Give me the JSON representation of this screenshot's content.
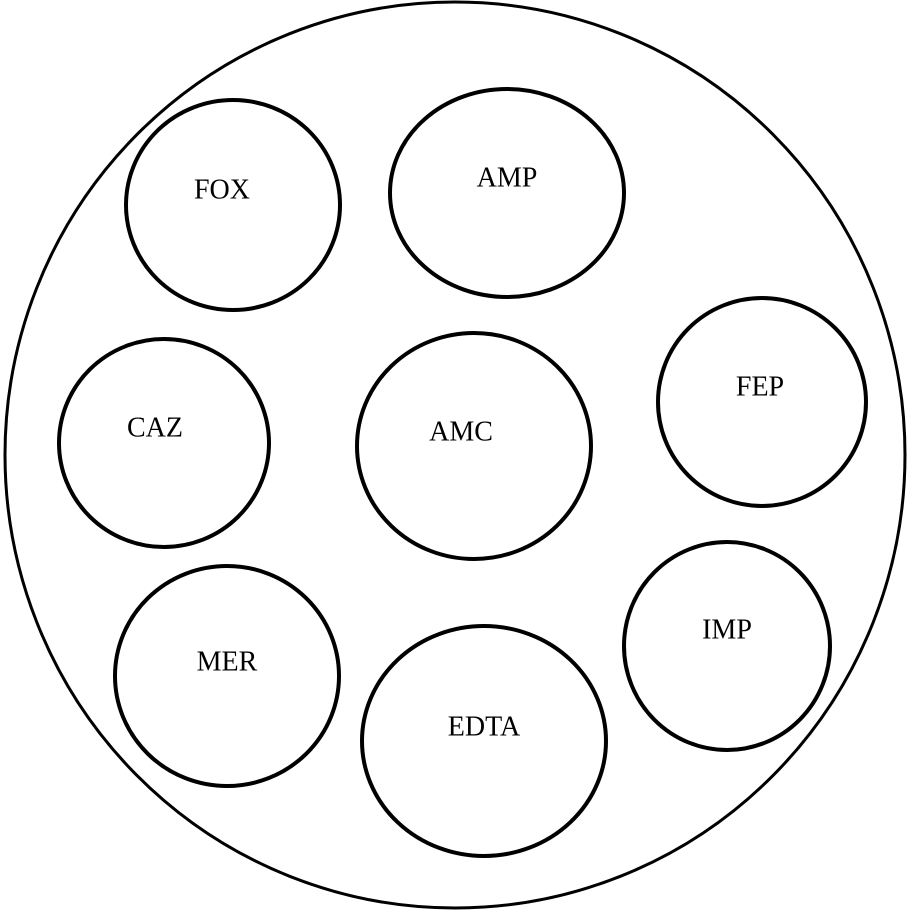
{
  "plate": {
    "discs": [
      {
        "id": "fox",
        "label": "FOX"
      },
      {
        "id": "amp",
        "label": "AMP"
      },
      {
        "id": "caz",
        "label": "CAZ"
      },
      {
        "id": "amc",
        "label": "AMC"
      },
      {
        "id": "fep",
        "label": "FEP"
      },
      {
        "id": "mer",
        "label": "MER"
      },
      {
        "id": "edta",
        "label": "EDTA"
      },
      {
        "id": "imp",
        "label": "IMP"
      }
    ]
  }
}
